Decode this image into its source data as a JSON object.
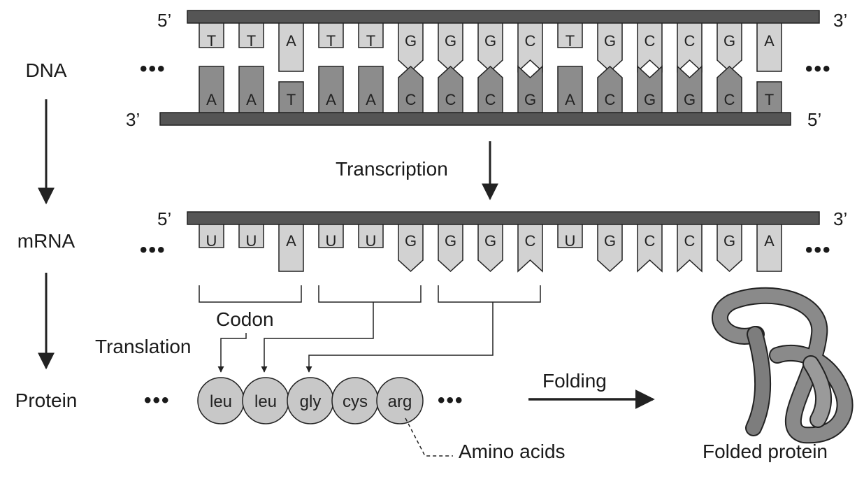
{
  "stages": {
    "dna": "DNA",
    "mrna": "mRNA",
    "protein": "Protein"
  },
  "ellipsis": "•••",
  "prime5": "5’",
  "prime3": "3’",
  "dna_top": [
    "T",
    "T",
    "A",
    "T",
    "T",
    "G",
    "G",
    "G",
    "C",
    "T",
    "G",
    "C",
    "C",
    "G",
    "A"
  ],
  "dna_bottom": [
    "A",
    "A",
    "T",
    "A",
    "A",
    "C",
    "C",
    "C",
    "G",
    "A",
    "C",
    "G",
    "G",
    "C",
    "T"
  ],
  "mrna_bases": [
    "U",
    "U",
    "A",
    "U",
    "U",
    "G",
    "G",
    "G",
    "C",
    "U",
    "G",
    "C",
    "C",
    "G",
    "A"
  ],
  "amino_acids": [
    "leu",
    "leu",
    "gly",
    "cys",
    "arg"
  ],
  "labels": {
    "transcription": "Transcription",
    "codon": "Codon",
    "translation": "Translation",
    "folding": "Folding",
    "amino_acids": "Amino acids",
    "folded_protein": "Folded protein"
  },
  "colors": {
    "strand": "#555555",
    "top_base": "#d2d2d2",
    "bottom_base": "#8c8c8c",
    "bead": "#c8c8c8",
    "protein": "#8a8a8a"
  }
}
